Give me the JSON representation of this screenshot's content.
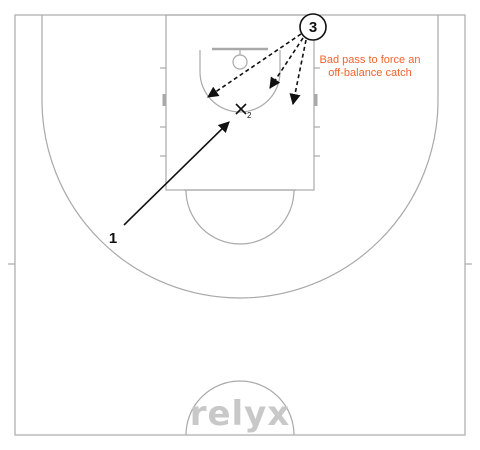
{
  "players": {
    "offense_1": "1",
    "offense_3": "3",
    "defense_2": "2"
  },
  "annotation": {
    "line1": "Bad pass to force an",
    "line2": "off-balance catch",
    "color": "#f0642a"
  },
  "watermark": "relyx"
}
